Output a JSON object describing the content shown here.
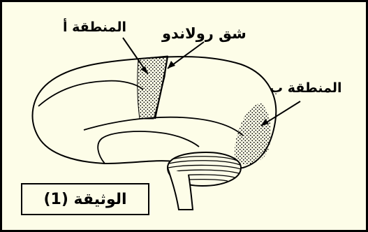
{
  "labels": {
    "area_a": "المنطقة أ",
    "rolando_fissure": "شق رولاندو",
    "area_b": "المنطقة ب"
  },
  "document_label": "الوثيقة (1)",
  "colors": {
    "background": "#fdfde8",
    "line": "#000000"
  }
}
